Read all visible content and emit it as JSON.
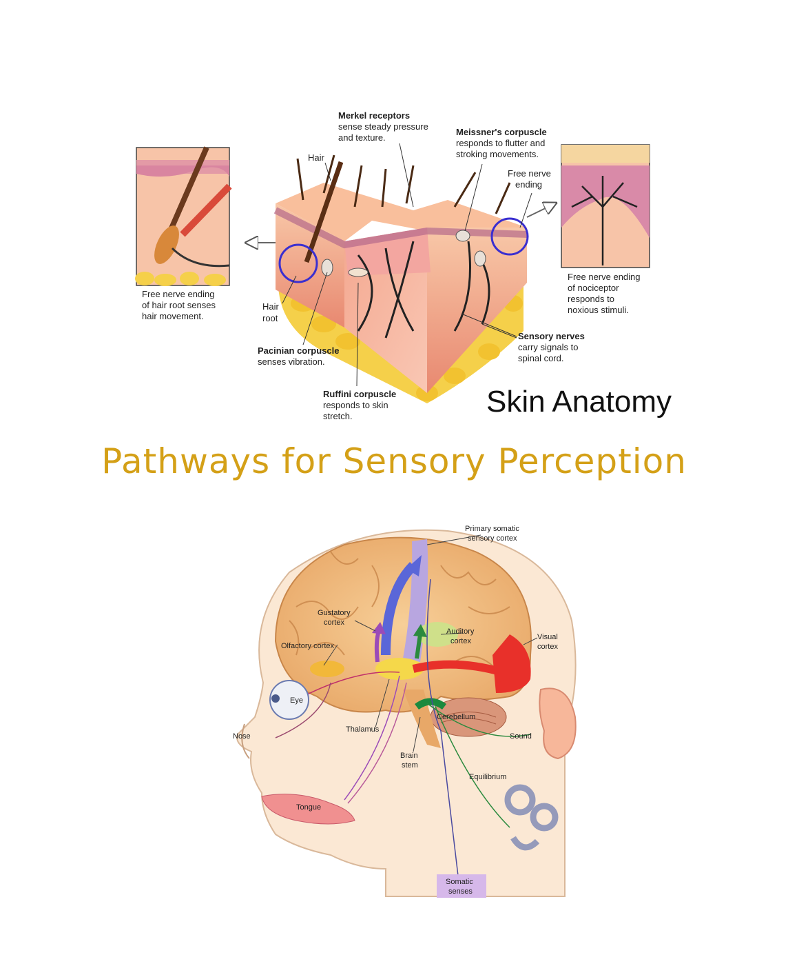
{
  "skin_diagram": {
    "title": "Skin Anatomy",
    "merkel": {
      "title": "Merkel receptors",
      "desc1": "sense steady pressure",
      "desc2": "and texture."
    },
    "meissner": {
      "title": "Meissner's corpuscle",
      "desc1": "responds to flutter and",
      "desc2": "stroking movements."
    },
    "hair": "Hair",
    "free_nerve": {
      "line1": "Free nerve",
      "line2": "ending"
    },
    "hair_root_note": {
      "line1": "Free nerve ending",
      "line2": "of hair root senses",
      "line3": "hair movement."
    },
    "hair_root": {
      "line1": "Hair",
      "line2": "root"
    },
    "nociceptor_note": {
      "line1": "Free nerve ending",
      "line2": "of nociceptor",
      "line3": "responds to",
      "line4": "noxious stimuli."
    },
    "pacinian": {
      "title": "Pacinian corpuscle",
      "desc": "senses vibration."
    },
    "sensory_nerves": {
      "title": "Sensory nerves",
      "desc1": "carry signals to",
      "desc2": "spinal cord."
    },
    "ruffini": {
      "title": "Ruffini corpuscle",
      "desc1": "responds to skin",
      "desc2": "stretch."
    }
  },
  "heading": "Pathways for Sensory Perception",
  "brain_diagram": {
    "primary_somatic": {
      "line1": "Primary somatic",
      "line2": "sensory cortex"
    },
    "gustatory": {
      "line1": "Gustatory",
      "line2": "cortex"
    },
    "olfactory": "Olfactory cortex",
    "auditory": {
      "line1": "Auditory",
      "line2": "cortex"
    },
    "visual": {
      "line1": "Visual",
      "line2": "cortex"
    },
    "eye": "Eye",
    "nose": "Nose",
    "thalamus": "Thalamus",
    "cerebellum": "Cerebellum",
    "sound": "Sound",
    "brain_stem": {
      "line1": "Brain",
      "line2": "stem"
    },
    "equilibrium": "Equilibrium",
    "tongue": "Tongue",
    "somatic_senses": {
      "line1": "Somatic",
      "line2": "senses"
    }
  },
  "colors": {
    "heading": "#d4a017",
    "skin": "#f2a088",
    "fat": "#f5d04a",
    "highlight_circle": "#3a2fd0",
    "brain": "#f4c48a",
    "somatic": "#b8a6e0",
    "visual": "#e8302a"
  }
}
